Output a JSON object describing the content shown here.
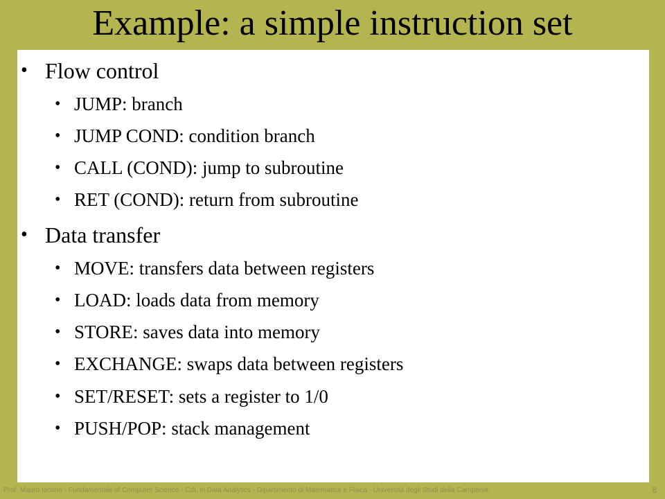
{
  "slide": {
    "title": "Example: a simple instruction set",
    "footer": "Prof. Mauro Iacono - Fundamentals of Computer Science - CdL in Data Analytics - Dipartimento di Matematica e Fisica - Università degli Studi della Campania",
    "page_number": "8",
    "bullet_glyph": "•"
  },
  "sections": [
    {
      "heading": "Flow control",
      "items": [
        "JUMP: branch",
        "JUMP COND: condition branch",
        "CALL (COND): jump to subroutine",
        "RET (COND): return from subroutine"
      ]
    },
    {
      "heading": "Data transfer",
      "items": [
        "MOVE: transfers data between registers",
        "LOAD: loads data from memory",
        "STORE: saves data into memory",
        "EXCHANGE: swaps data between registers",
        "SET/RESET: sets a register to 1/0",
        "PUSH/POP: stack management"
      ]
    }
  ]
}
